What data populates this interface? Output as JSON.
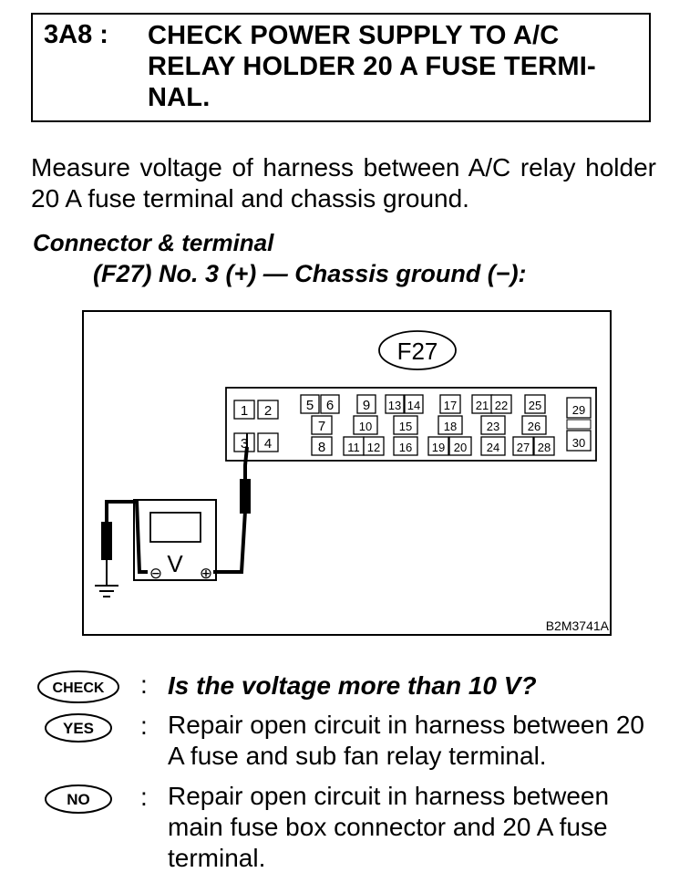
{
  "step": {
    "id": "3A8 :",
    "title": "CHECK POWER SUPPLY TO A/C RELAY HOLDER 20 A FUSE TERMI-NAL."
  },
  "intro": "Measure voltage of harness between A/C relay holder 20 A fuse terminal and chassis ground.",
  "connector_heading": "Connector & terminal",
  "connector_spec": "(F27) No. 3 (+) — Chassis ground (−):",
  "diagram": {
    "connector_label": "F27",
    "figure_code": "B2M3741A",
    "terminals": [
      "1",
      "2",
      "3",
      "4",
      "5",
      "6",
      "7",
      "8",
      "9",
      "10",
      "11",
      "12",
      "13",
      "14",
      "15",
      "16",
      "17",
      "18",
      "19",
      "20",
      "21",
      "22",
      "23",
      "24",
      "25",
      "26",
      "27",
      "28",
      "29",
      "30"
    ],
    "meter_symbol": "V",
    "minus_symbol": "⊖",
    "plus_symbol": "⊕"
  },
  "qa": [
    {
      "badge": "CHECK",
      "colon": ":",
      "text": "Is the voltage more than 10 V?"
    },
    {
      "badge": "YES",
      "colon": ":",
      "text": "Repair open circuit in harness between 20 A fuse and sub fan relay terminal."
    },
    {
      "badge": "NO",
      "colon": ":",
      "text": "Repair open circuit in harness between main fuse box connector and 20 A fuse terminal."
    }
  ]
}
